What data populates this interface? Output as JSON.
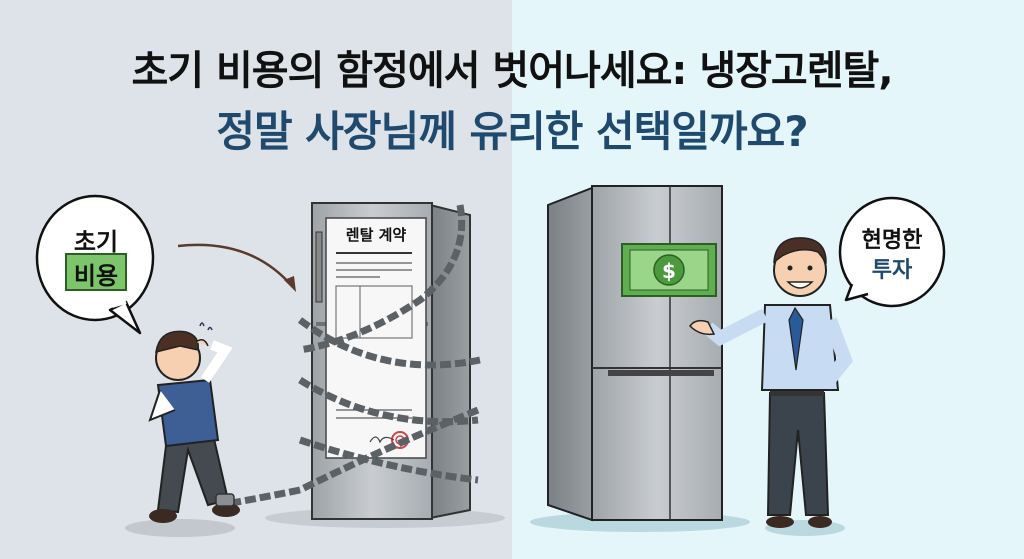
{
  "headline": {
    "line1": "초기 비용의 함정에서 벗어나세요: 냉장고렌탈,",
    "line2": "정말 사장님께 유리한 선택일까요?"
  },
  "left_panel": {
    "speech_bubble": {
      "line1": "초기",
      "line2_on_banknote": "비용"
    },
    "contract_title": "렌탈 계약",
    "scene": "stressed man chained by ankle to a refrigerator wrapped in chains with a rental contract attached"
  },
  "right_panel": {
    "speech_bubble": {
      "line1": "현명한",
      "line2": "투자"
    },
    "banknote_symbol": "$",
    "scene": "confident businessman presenting a stainless steel four-door refrigerator with a dollar bill on it"
  },
  "colors": {
    "left_bg": "#dde3e8",
    "right_bg": "#e5f6fa",
    "title_primary": "#111111",
    "title_secondary": "#1f4a6e",
    "money_green": "#6cbf5a",
    "tie_blue": "#2a5a9a"
  }
}
